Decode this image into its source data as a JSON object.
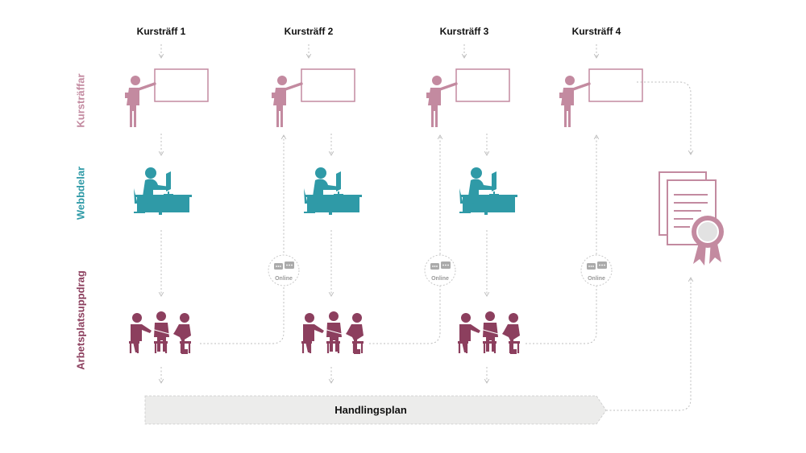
{
  "columns": [
    {
      "label": "Kursträff 1"
    },
    {
      "label": "Kursträff 2"
    },
    {
      "label": "Kursträff 3"
    },
    {
      "label": "Kursträff 4"
    }
  ],
  "rows": {
    "kurstraffar": {
      "label": "Kursträffar"
    },
    "webbdelar": {
      "label": "Webbdelar"
    },
    "arbetsplatsuppdrag": {
      "label": "Arbetsplatsuppdrag"
    }
  },
  "online_label": "Online",
  "handlingsplan": {
    "label": "Handlingsplan"
  },
  "colors": {
    "teacher": "#c38aa0",
    "webb": "#2f9aa7",
    "group": "#8c3f5e",
    "certificate": "#c38aa0",
    "arrow": "#bdbdbd",
    "plan_fill": "#ececeb"
  }
}
